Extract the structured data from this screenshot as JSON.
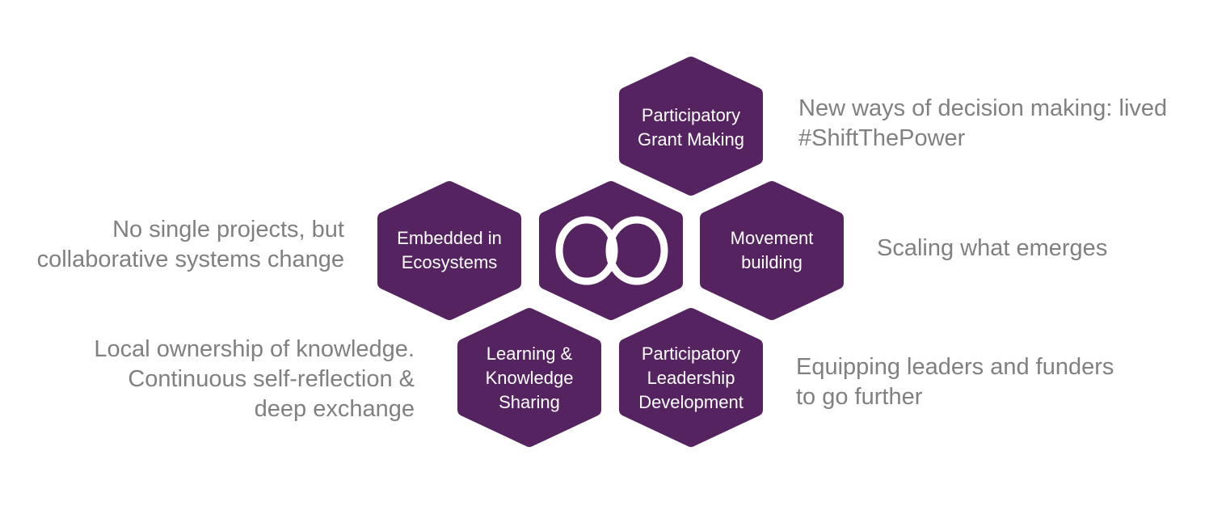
{
  "colors": {
    "hex_fill": "#55235f",
    "hex_text": "#ffffff",
    "note_text": "#808080"
  },
  "center": {
    "icon": "infinity-icon"
  },
  "hexagons": [
    {
      "id": "grant",
      "lines": [
        "Participatory",
        "Grant Making"
      ]
    },
    {
      "id": "ecosystems",
      "lines": [
        "Embedded in",
        "Ecosystems"
      ]
    },
    {
      "id": "movement",
      "lines": [
        "Movement",
        "building"
      ]
    },
    {
      "id": "learning",
      "lines": [
        "Learning &",
        "Knowledge",
        "Sharing"
      ]
    },
    {
      "id": "leadership",
      "lines": [
        "Participatory",
        "Leadership",
        "Development"
      ]
    }
  ],
  "notes": {
    "grant": [
      "New ways of decision making: lived",
      "#ShiftThePower"
    ],
    "ecosystems": [
      "No single projects, but",
      "collaborative systems change"
    ],
    "movement": [
      "Scaling what emerges"
    ],
    "learning": [
      "Local ownership of knowledge.",
      "Continuous self-reflection &",
      "deep exchange"
    ],
    "leadership": [
      "Equipping leaders and funders",
      "to go further"
    ]
  }
}
